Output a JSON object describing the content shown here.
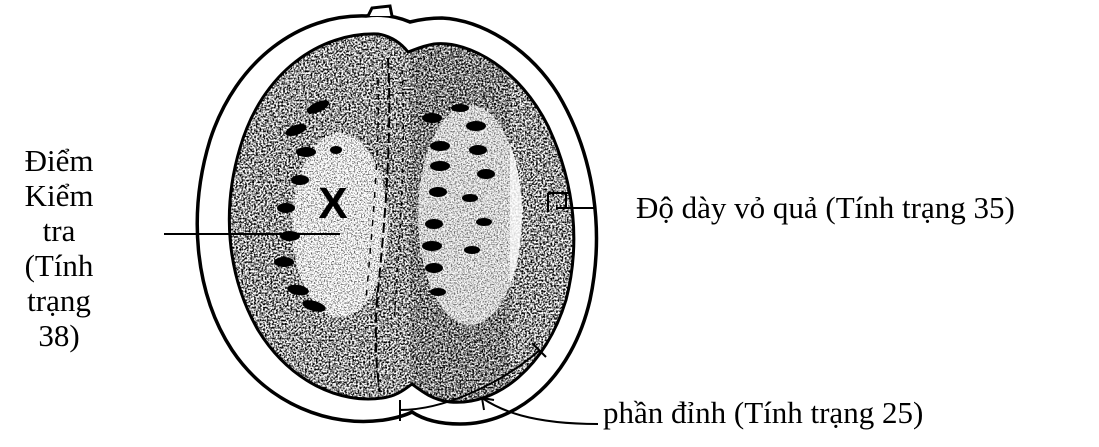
{
  "labels": {
    "checkpoint_lines": [
      "Điểm",
      "Kiểm",
      "tra",
      "(Tính",
      "trạng",
      "38)"
    ],
    "mark": "X",
    "rind_thickness": "Độ dày vỏ quả (Tính trạng 35)",
    "apex_part": "phần đỉnh (Tính trạng 25)"
  },
  "colors": {
    "ink": "#000000",
    "paper": "#ffffff"
  }
}
